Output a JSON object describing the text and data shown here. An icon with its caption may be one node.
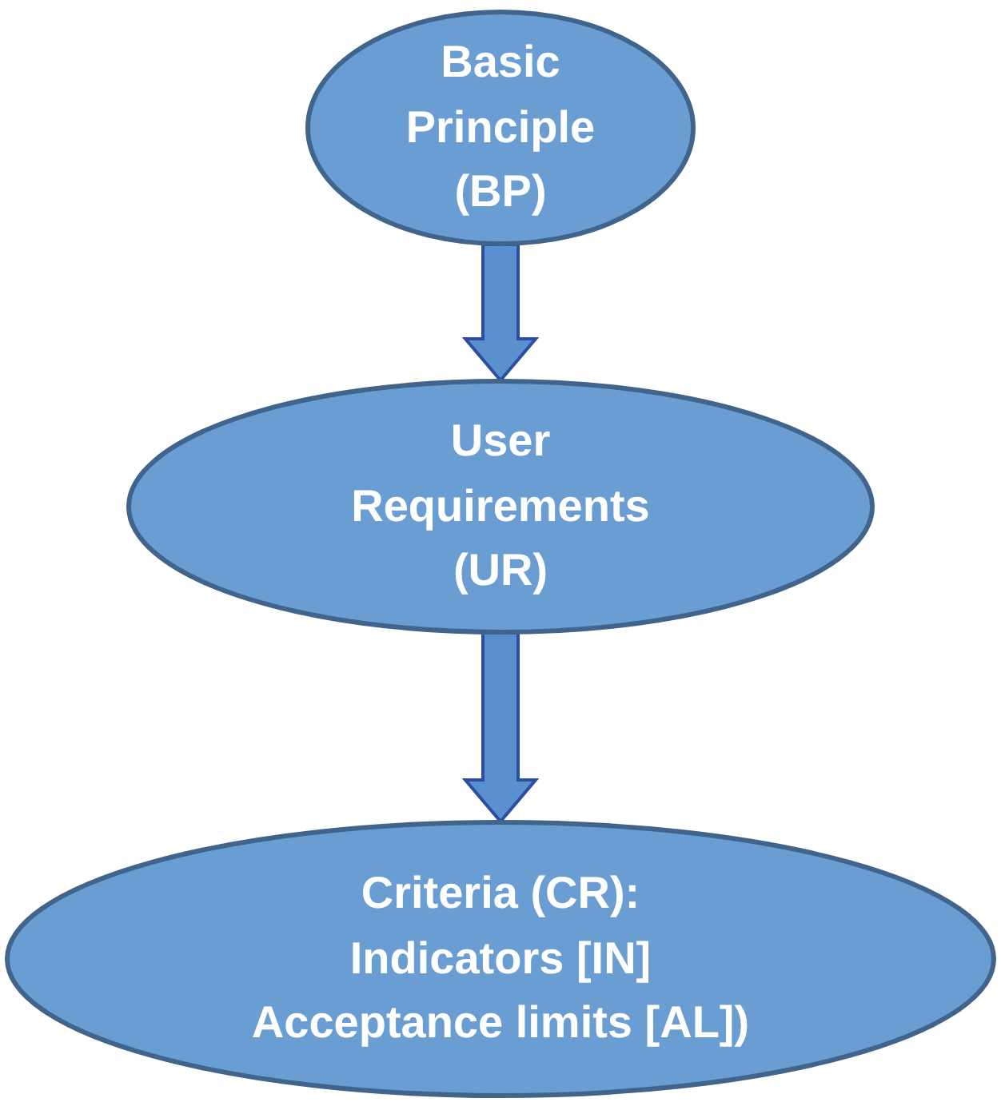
{
  "diagram": {
    "nodes": [
      {
        "text": [
          "Basic Principle (BP)"
        ]
      },
      {
        "text": [
          "User Requirements (UR)"
        ]
      },
      {
        "text": [
          "Criteria (CR):",
          "Indicators [IN]",
          "Acceptance limits [AL])"
        ]
      }
    ],
    "edges": [
      {
        "from": 0,
        "to": 1,
        "arrow": "to"
      },
      {
        "from": 1,
        "to": 2,
        "arrow": "to"
      }
    ]
  }
}
